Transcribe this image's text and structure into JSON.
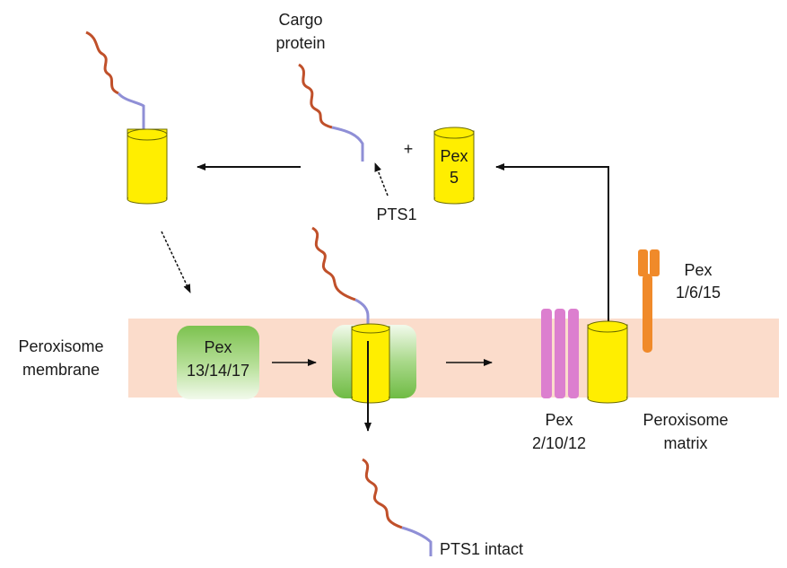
{
  "labels": {
    "cargo_line1": "Cargo",
    "cargo_line2": "protein",
    "plus": "+",
    "pex5_line1": "Pex",
    "pex5_line2": "5",
    "pts1": "PTS1",
    "pex1615_line1": "Pex",
    "pex1615_line2": "1/6/15",
    "membrane_line1": "Peroxisome",
    "membrane_line2": "membrane",
    "pex131417_line1": "Pex",
    "pex131417_line2": "13/14/17",
    "pex21012_line1": "Pex",
    "pex21012_line2": "2/10/12",
    "matrix_line1": "Peroxisome",
    "matrix_line2": "matrix",
    "pts1_intact": "PTS1 intact"
  },
  "colors": {
    "membrane": "#fbdccb",
    "cylinder_fill": "#ffee00",
    "cylinder_stroke": "#6b6b00",
    "protein_chain": "#c0502a",
    "pts1_tail": "#8f8fd6",
    "pex13_green": "#7cc24f",
    "pex2_pink": "#dc7fcf",
    "pex1_orange": "#f08a2a"
  }
}
